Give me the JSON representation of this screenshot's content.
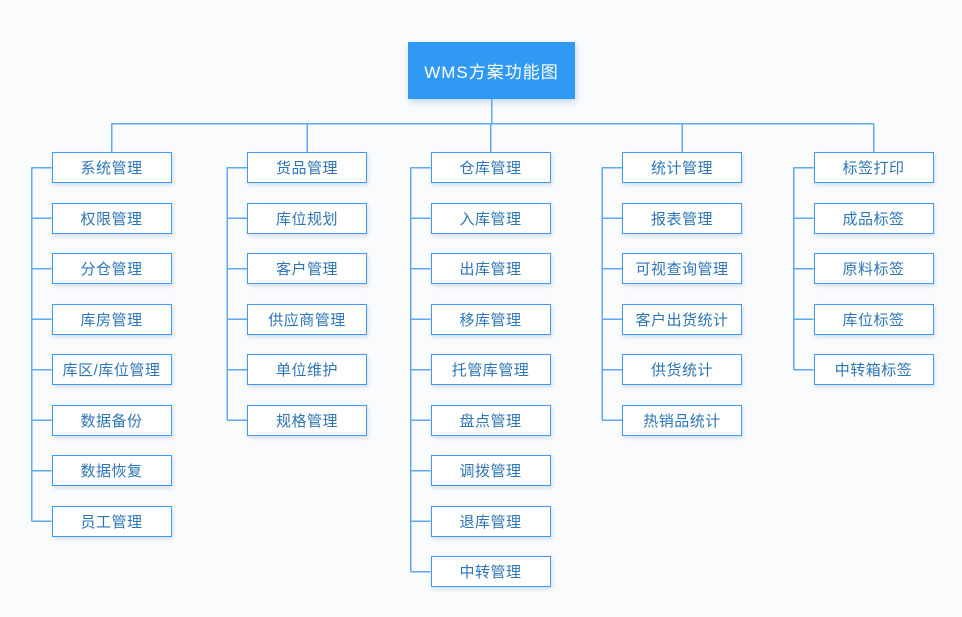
{
  "root": {
    "title": "WMS方案功能图"
  },
  "columns": [
    {
      "header": "系统管理",
      "children": [
        "权限管理",
        "分仓管理",
        "库房管理",
        "库区/库位管理",
        "数据备份",
        "数据恢复",
        "员工管理"
      ]
    },
    {
      "header": "货品管理",
      "children": [
        "库位规划",
        "客户管理",
        "供应商管理",
        "单位维护",
        "规格管理"
      ]
    },
    {
      "header": "仓库管理",
      "children": [
        "入库管理",
        "出库管理",
        "移库管理",
        "托管库管理",
        "盘点管理",
        "调拨管理",
        "退库管理",
        "中转管理"
      ]
    },
    {
      "header": "统计管理",
      "children": [
        "报表管理",
        "可视查询管理",
        "客户出货统计",
        "供货统计",
        "热销品统计"
      ]
    },
    {
      "header": "标签打印",
      "children": [
        "成品标签",
        "原料标签",
        "库位标签",
        "中转箱标签"
      ]
    }
  ],
  "colors": {
    "accent": "#2f99f3",
    "border": "#4399f1",
    "text": "#2e75b6",
    "line": "#5ea9f1",
    "bg": "#fafbfc"
  }
}
